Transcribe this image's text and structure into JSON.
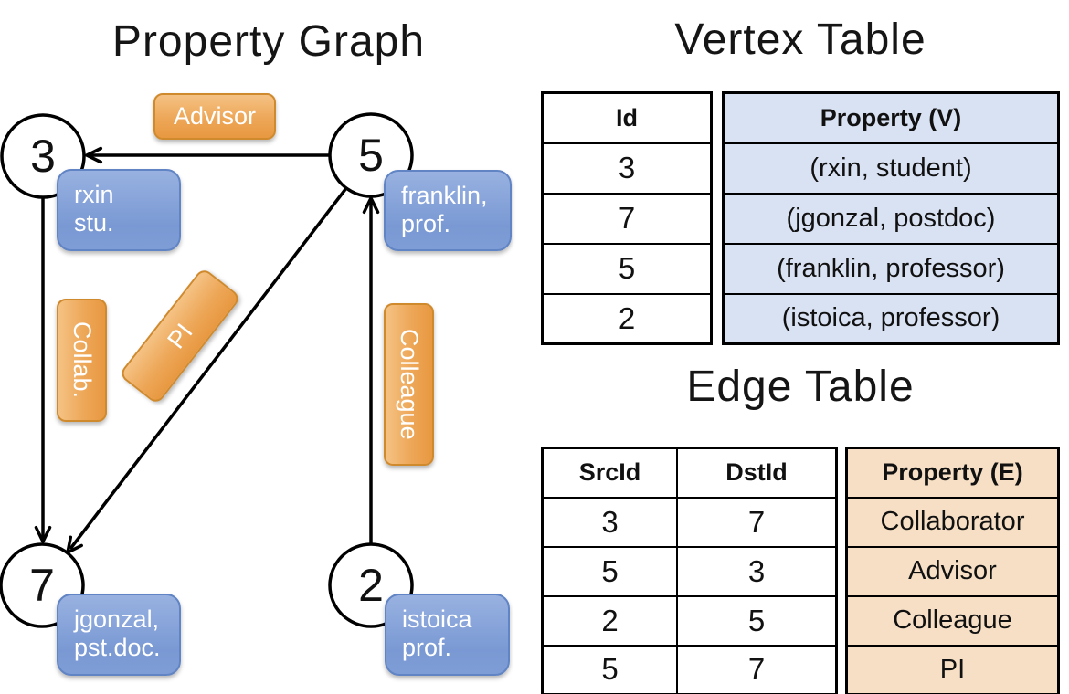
{
  "graph": {
    "title": "Property Graph",
    "nodes": [
      {
        "id": "3",
        "label_lines": [
          "rxin",
          "stu."
        ]
      },
      {
        "id": "5",
        "label_lines": [
          "franklin,",
          "prof."
        ]
      },
      {
        "id": "7",
        "label_lines": [
          "jgonzal,",
          "pst.doc."
        ]
      },
      {
        "id": "2",
        "label_lines": [
          "istoica",
          "prof."
        ]
      }
    ],
    "edge_labels": {
      "advisor": "Advisor",
      "collab": "Collab.",
      "pi": "PI",
      "colleague": "Colleague"
    }
  },
  "vertex_table": {
    "title": "Vertex Table",
    "col_id": "Id",
    "col_property": "Property (V)",
    "rows": [
      {
        "id": "3",
        "property": "(rxin, student)"
      },
      {
        "id": "7",
        "property": "(jgonzal, postdoc)"
      },
      {
        "id": "5",
        "property": "(franklin, professor)"
      },
      {
        "id": "2",
        "property": "(istoica, professor)"
      }
    ]
  },
  "edge_table": {
    "title": "Edge Table",
    "col_src": "SrcId",
    "col_dst": "DstId",
    "col_property": "Property (E)",
    "rows": [
      {
        "src": "3",
        "dst": "7",
        "property": "Collaborator"
      },
      {
        "src": "5",
        "dst": "3",
        "property": "Advisor"
      },
      {
        "src": "2",
        "dst": "5",
        "property": "Colleague"
      },
      {
        "src": "5",
        "dst": "7",
        "property": "PI"
      }
    ]
  },
  "colors": {
    "orange_gradient_top": "#F5C284",
    "orange_gradient_bottom": "#E89840",
    "orange_border": "#D08A2E",
    "blue_gradient_top": "#98B1E0",
    "blue_gradient_bottom": "#7A99D4",
    "blue_border": "#6084C4",
    "vertex_column_fill": "#D9E2F3",
    "edge_column_fill": "#F6DFC5",
    "line_color": "#000000",
    "node_fill": "#FFFFFF"
  }
}
